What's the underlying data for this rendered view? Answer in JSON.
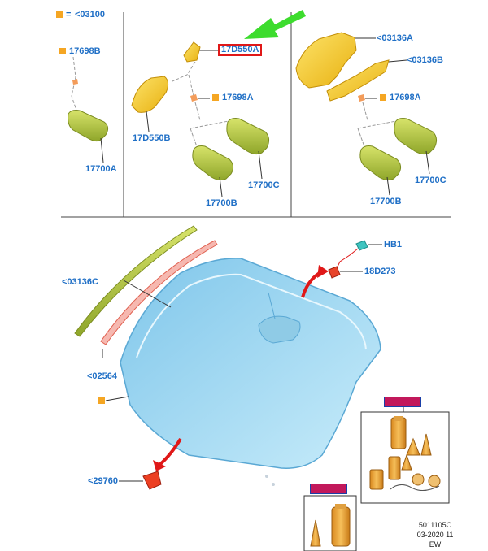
{
  "legend": {
    "equals_sign": "=",
    "ref": "<03100"
  },
  "callouts": {
    "c17698b": "17698B",
    "c17700a": "17700A",
    "c17d550a": "17D550A",
    "c17d550b": "17D550B",
    "c17698a_mid": "17698A",
    "c17700c_mid": "17700C",
    "c17700b_mid": "17700B",
    "c03136a": "<03136A",
    "c03136b": "<03136B",
    "c17698a_right": "17698A",
    "c17700c_right": "17700C",
    "c17700b_right": "17700B",
    "chb1": "HB1",
    "c18d273": "18D273",
    "c03136c": "<03136C",
    "c02564": "<02564",
    "c29760": "<29760"
  },
  "kit_tags": {
    "kit_upper": "",
    "kit_lower": ""
  },
  "footer": {
    "code": "5011105C",
    "date": "03-2020 11",
    "initials": "EW"
  },
  "colors": {
    "callout_text": "#1f6fc6",
    "highlight_border": "#e01818",
    "arrow_green": "#3ddc2e",
    "arrow_red": "#e01818",
    "part_yellow": "#f3c21e",
    "mirror_green": "#b9cc3a",
    "windshield_blue": "#a9dcf2",
    "kit_orange": "#f0a53a",
    "orange_marker": "#f5a623"
  }
}
